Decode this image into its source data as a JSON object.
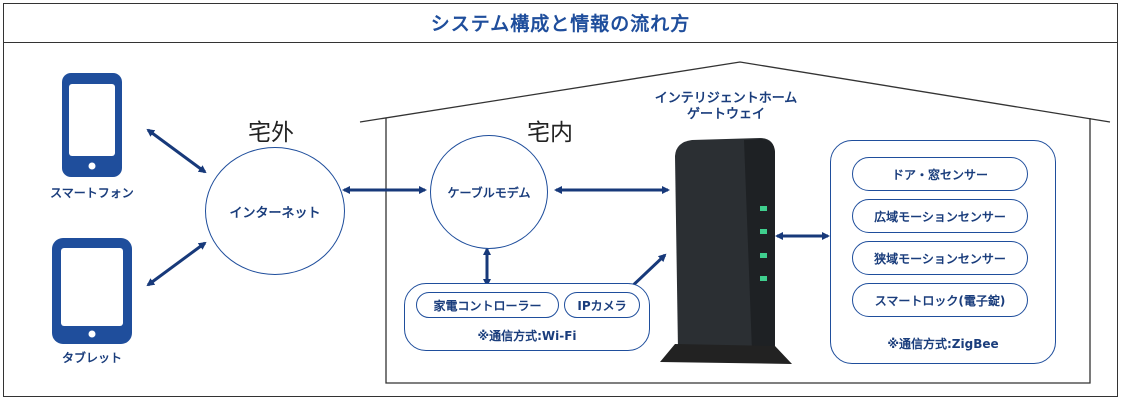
{
  "title": "システム構成と情報の流れ方",
  "outside": {
    "label": "宅外"
  },
  "inside": {
    "label": "宅内"
  },
  "devices": {
    "smartphone": "スマートフォン",
    "tablet": "タブレット"
  },
  "internet": "インターネット",
  "modem": "ケーブルモデム",
  "gateway": {
    "line1": "インテリジェントホーム",
    "line2": "ゲートウェイ"
  },
  "wifi_group": {
    "items": [
      "家電コントローラー",
      "IPカメラ"
    ],
    "note": "※通信方式:Wi-Fi"
  },
  "zigbee_group": {
    "items": [
      "ドア・窓センサー",
      "広域モーションセンサー",
      "狭域モーションセンサー",
      "スマートロック(電子錠)"
    ],
    "note": "※通信方式:ZigBee"
  },
  "colors": {
    "accent": "#1f4e9c",
    "arrow": "#17397a",
    "device_fill": "#1f4e9c",
    "gateway_body": "#2b2f33",
    "led": "#3fcf8e"
  }
}
